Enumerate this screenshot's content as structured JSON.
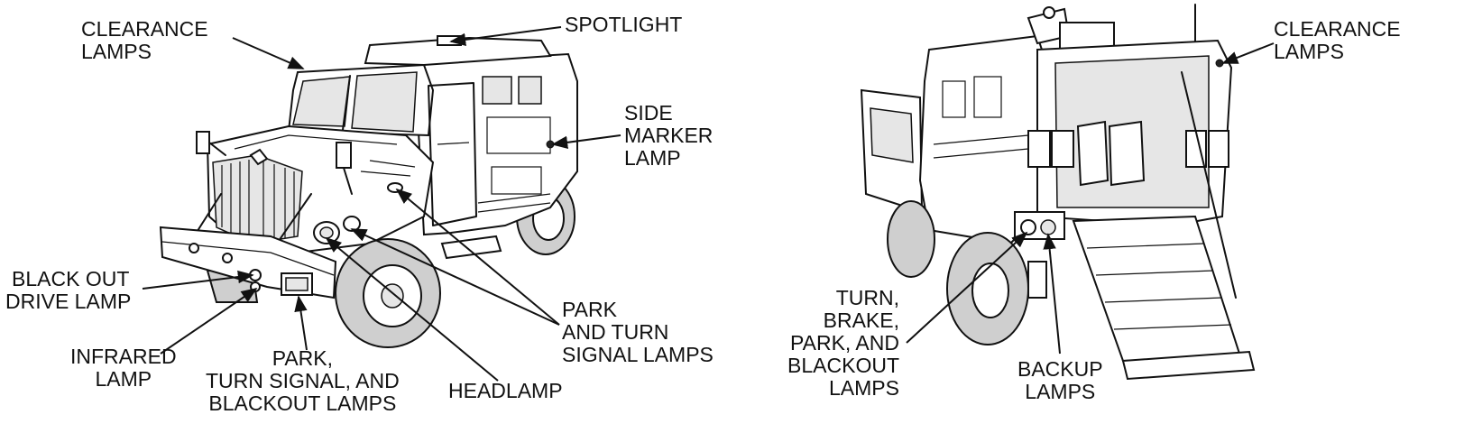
{
  "front_view": {
    "clearance_lamps": [
      "CLEARANCE",
      "LAMPS"
    ],
    "spotlight": [
      "SPOTLIGHT"
    ],
    "side_marker_lamp": [
      "SIDE",
      "MARKER",
      "LAMP"
    ],
    "black_out_drive_lamp": [
      "BLACK OUT",
      "DRIVE LAMP"
    ],
    "infrared_lamp": [
      "INFRARED",
      "LAMP"
    ],
    "park_turn_signal_blackout_lamps": [
      "PARK,",
      "TURN SIGNAL, AND",
      "BLACKOUT LAMPS"
    ],
    "headlamp": [
      "HEADLAMP"
    ],
    "park_and_turn_signal_lamps": [
      "PARK",
      "AND TURN",
      "SIGNAL LAMPS"
    ]
  },
  "rear_view": {
    "clearance_lamps": [
      "CLEARANCE",
      "LAMPS"
    ],
    "turn_brake_park_blackout_lamps": [
      "TURN,",
      "BRAKE,",
      "PARK, AND",
      "BLACKOUT",
      "LAMPS"
    ],
    "backup_lamps": [
      "BACKUP",
      "LAMPS"
    ]
  }
}
